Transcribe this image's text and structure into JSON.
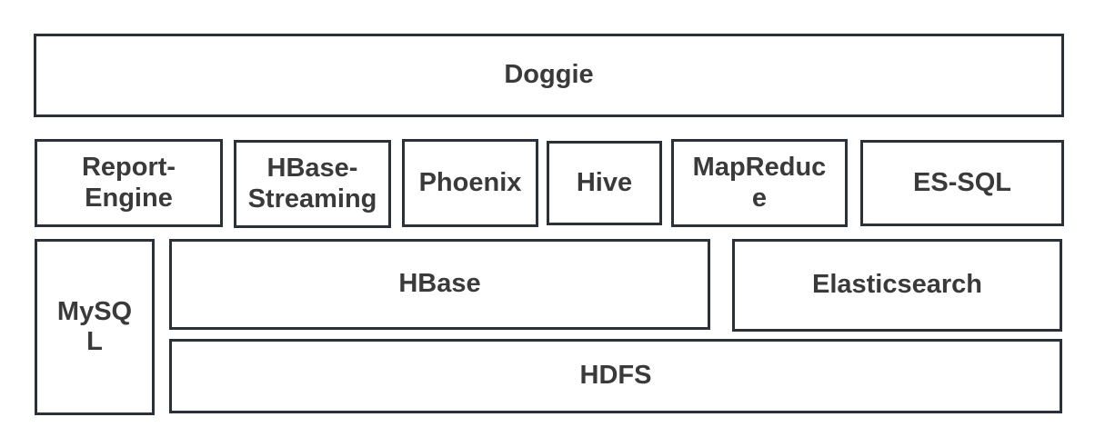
{
  "colors": {
    "background": "#ffffff",
    "box_fill": "#ffffff",
    "box_border": "#2b3139",
    "label_text": "#3a3a3a"
  },
  "diagram": {
    "type": "block-architecture",
    "nodes": {
      "doggie": {
        "label": "Doggie"
      },
      "report_engine": {
        "label": "Report-Engine"
      },
      "hbase_streaming": {
        "label": "HBase-Streaming"
      },
      "phoenix": {
        "label": "Phoenix"
      },
      "hive": {
        "label": "Hive"
      },
      "mapreduce": {
        "label": "MapReduce"
      },
      "es_sql": {
        "label": "ES-SQL"
      },
      "mysql": {
        "label": "MySQL"
      },
      "hbase": {
        "label": "HBase"
      },
      "elasticsearch": {
        "label": "Elasticsearch"
      },
      "hdfs": {
        "label": "HDFS"
      }
    }
  }
}
